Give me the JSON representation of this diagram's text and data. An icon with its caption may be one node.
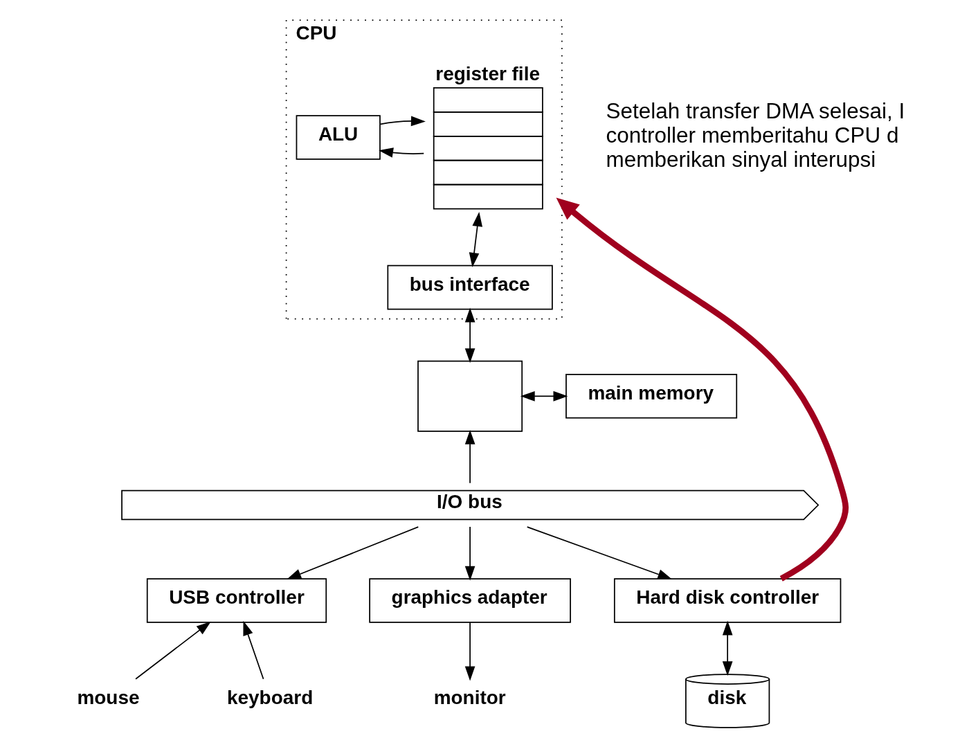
{
  "diagram": {
    "nodes": [
      {
        "text": [
          "CPU"
        ]
      },
      {
        "text": [
          "register file"
        ],
        "in": 0
      },
      {
        "text": [
          "ALU"
        ],
        "in": 0
      },
      {
        "text": [
          "bus interface"
        ],
        "in": 0
      },
      {
        "text": [],
        "shape": "box"
      },
      {
        "text": [
          "main memory"
        ]
      },
      {
        "text": [
          "I/O bus"
        ]
      },
      {
        "text": [
          "USB controller"
        ]
      },
      {
        "text": [
          "graphics adapter"
        ]
      },
      {
        "text": [
          "Hard disk controller"
        ]
      },
      {
        "text": [
          "mouse"
        ]
      },
      {
        "text": [
          "keyboard"
        ]
      },
      {
        "text": [
          "monitor"
        ]
      },
      {
        "text": [
          "disk"
        ]
      }
    ],
    "edges": [
      {
        "from": 1,
        "to": 2,
        "arrow": "to"
      },
      {
        "from": 2,
        "to": 1,
        "arrow": "to"
      },
      {
        "from": 1,
        "to": 3,
        "arrow": "both"
      },
      {
        "from": 3,
        "to": 4,
        "arrow": "both"
      },
      {
        "from": 4,
        "to": 5,
        "arrow": "both"
      },
      {
        "from": 6,
        "to": 4,
        "arrow": "to"
      },
      {
        "from": 6,
        "to": 7,
        "arrow": "to"
      },
      {
        "from": 6,
        "to": 8,
        "arrow": "to"
      },
      {
        "from": 6,
        "to": 9,
        "arrow": "to"
      },
      {
        "from": 10,
        "to": 7,
        "arrow": "to"
      },
      {
        "from": 11,
        "to": 7,
        "arrow": "to"
      },
      {
        "from": 8,
        "to": 12,
        "arrow": "to"
      },
      {
        "from": 9,
        "to": 13,
        "arrow": "both"
      },
      {
        "from": 9,
        "to": 0,
        "arrow": "to",
        "style": "thick",
        "color": "#a0001e"
      }
    ],
    "labels": [
      "Setelah transfer DMA selesai, I controller memberitahu CPU d memberikan sinyal interupsi"
    ]
  }
}
